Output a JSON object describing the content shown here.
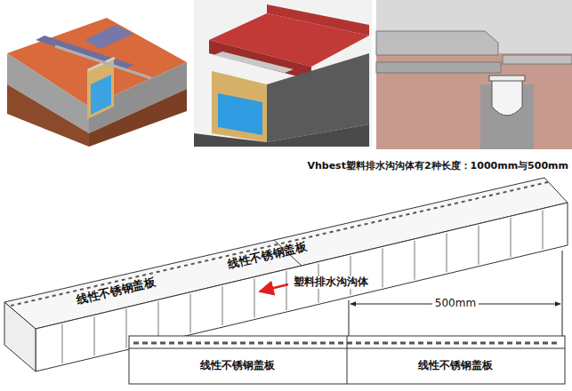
{
  "diagram": {
    "labels": [
      "Vhbest塑料排水沟沟体有2种长度：1000mm与500mm",
      "线性不锈钢盖板",
      "线性不锈钢盖板",
      "塑料排水沟沟体",
      "500mm",
      "线性不锈钢盖板",
      "线性不锈钢盖板"
    ]
  }
}
